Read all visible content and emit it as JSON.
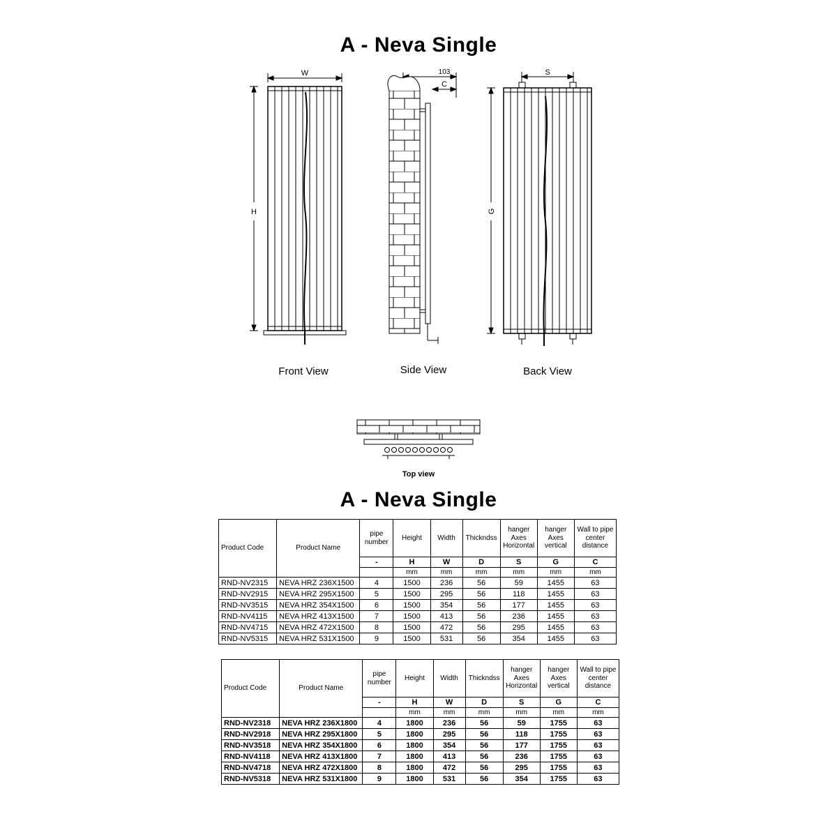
{
  "titles": {
    "top": "A - Neva Single",
    "table": "A - Neva Single"
  },
  "drawings": {
    "front": {
      "label": "Front View",
      "width_dim": "W",
      "height_dim": "H"
    },
    "side": {
      "label": "Side View",
      "offset_dim": "103",
      "center_dim": "C"
    },
    "back": {
      "label": "Back View",
      "span_dim": "S",
      "height_dim": "G"
    },
    "top": {
      "label": "Top view"
    }
  },
  "table_header": {
    "product_code": "Product Code",
    "product_name": "Product Name",
    "cols": {
      "pipe": "pipe number",
      "height": "Height",
      "width": "Width",
      "thickness": "Thickndss",
      "hanger_h": "hanger Axes Horizontal",
      "hanger_v": "hanger Axes vertical",
      "wall": "Wall to pipe center distance"
    },
    "symbols": {
      "pipe": "-",
      "height": "H",
      "width": "W",
      "thickness": "D",
      "hanger_h": "S",
      "hanger_v": "G",
      "wall": "C"
    },
    "unit": "mm"
  },
  "tables": [
    {
      "rows": [
        {
          "code": "RND-NV2315",
          "name": "NEVA HRZ 236X1500",
          "pipes": "4",
          "h": "1500",
          "w": "236",
          "d": "56",
          "s": "59",
          "g": "1455",
          "c": "63"
        },
        {
          "code": "RND-NV2915",
          "name": "NEVA HRZ 295X1500",
          "pipes": "5",
          "h": "1500",
          "w": "295",
          "d": "56",
          "s": "118",
          "g": "1455",
          "c": "63"
        },
        {
          "code": "RND-NV3515",
          "name": "NEVA HRZ 354X1500",
          "pipes": "6",
          "h": "1500",
          "w": "354",
          "d": "56",
          "s": "177",
          "g": "1455",
          "c": "63"
        },
        {
          "code": "RND-NV4115",
          "name": "NEVA HRZ 413X1500",
          "pipes": "7",
          "h": "1500",
          "w": "413",
          "d": "56",
          "s": "236",
          "g": "1455",
          "c": "63"
        },
        {
          "code": "RND-NV4715",
          "name": "NEVA HRZ 472X1500",
          "pipes": "8",
          "h": "1500",
          "w": "472",
          "d": "56",
          "s": "295",
          "g": "1455",
          "c": "63"
        },
        {
          "code": "RND-NV5315",
          "name": "NEVA HRZ 531X1500",
          "pipes": "9",
          "h": "1500",
          "w": "531",
          "d": "56",
          "s": "354",
          "g": "1455",
          "c": "63"
        }
      ]
    },
    {
      "rows": [
        {
          "code": "RND-NV2318",
          "name": "NEVA HRZ 236X1800",
          "pipes": "4",
          "h": "1800",
          "w": "236",
          "d": "56",
          "s": "59",
          "g": "1755",
          "c": "63"
        },
        {
          "code": "RND-NV2918",
          "name": "NEVA HRZ 295X1800",
          "pipes": "5",
          "h": "1800",
          "w": "295",
          "d": "56",
          "s": "118",
          "g": "1755",
          "c": "63"
        },
        {
          "code": "RND-NV3518",
          "name": "NEVA HRZ 354X1800",
          "pipes": "6",
          "h": "1800",
          "w": "354",
          "d": "56",
          "s": "177",
          "g": "1755",
          "c": "63"
        },
        {
          "code": "RND-NV4118",
          "name": "NEVA HRZ 413X1800",
          "pipes": "7",
          "h": "1800",
          "w": "413",
          "d": "56",
          "s": "236",
          "g": "1755",
          "c": "63"
        },
        {
          "code": "RND-NV4718",
          "name": "NEVA HRZ 472X1800",
          "pipes": "8",
          "h": "1800",
          "w": "472",
          "d": "56",
          "s": "295",
          "g": "1755",
          "c": "63"
        },
        {
          "code": "RND-NV5318",
          "name": "NEVA HRZ 531X1800",
          "pipes": "9",
          "h": "1800",
          "w": "531",
          "d": "56",
          "s": "354",
          "g": "1755",
          "c": "63"
        }
      ]
    }
  ]
}
